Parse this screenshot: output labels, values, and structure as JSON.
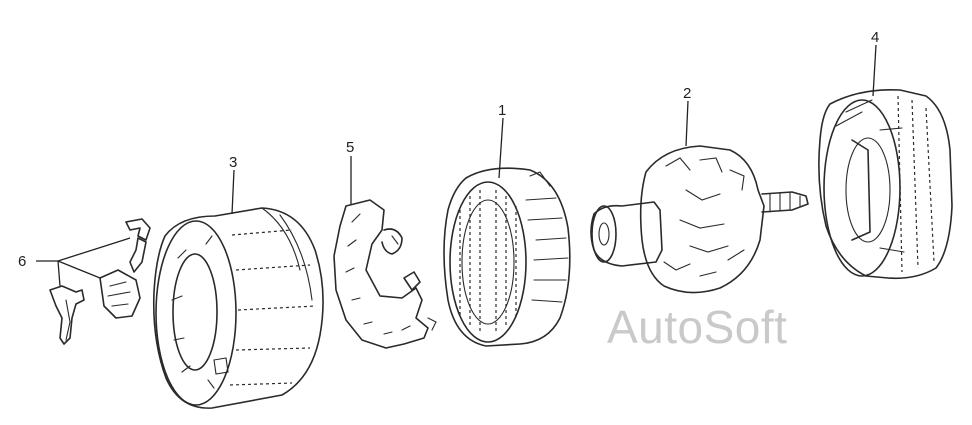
{
  "callouts": {
    "c1": "1",
    "c2": "2",
    "c3": "3",
    "c4": "4",
    "c5": "5",
    "c6": "6"
  },
  "watermark": "AutoSoft",
  "colors": {
    "ink": "#2a2a2a",
    "watermark": "#c9c9c9",
    "background": "#ffffff"
  }
}
